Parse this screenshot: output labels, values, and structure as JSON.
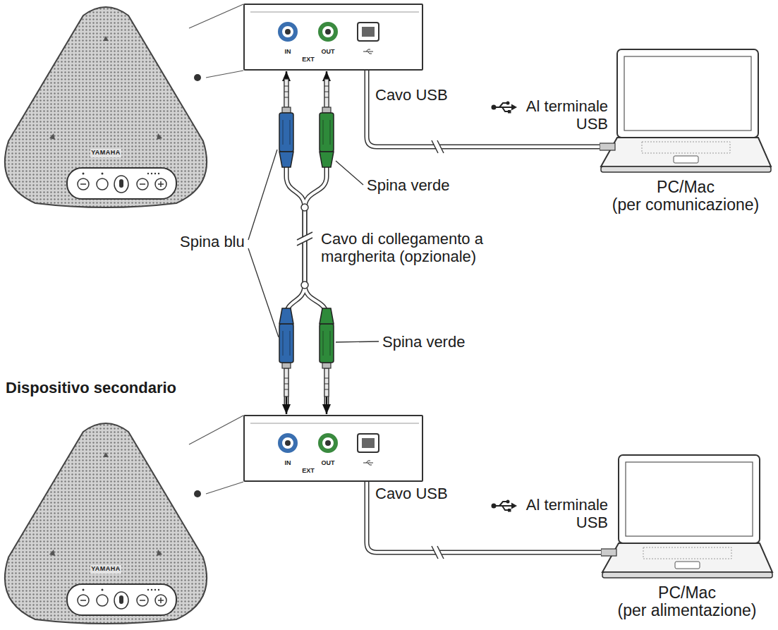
{
  "diagram": {
    "nodes": [
      {
        "text": [
          "IN",
          "EXT",
          "OUT"
        ]
      },
      {
        "text": [
          "PC/Mac (per comunicazione)"
        ]
      },
      {
        "text": [
          "IN",
          "EXT",
          "OUT"
        ]
      },
      {
        "text": [
          "PC/Mac (per alimentazione)"
        ]
      }
    ],
    "edges": [
      {
        "from": 0,
        "to": 1,
        "arrow": "none",
        "label": "Cavo USB"
      },
      {
        "from": 0,
        "to": 2,
        "arrow": "both",
        "label": "Cavo di collegamento a margherita (opzionale)"
      },
      {
        "from": 2,
        "to": 3,
        "arrow": "none",
        "label": "Cavo USB"
      }
    ],
    "labels": [
      "YAMAHA",
      "Al terminale USB",
      "Spina verde",
      "Spina blu",
      "Spina verde",
      "Dispositivo secondario",
      "YAMAHA",
      "Al terminale USB"
    ]
  }
}
